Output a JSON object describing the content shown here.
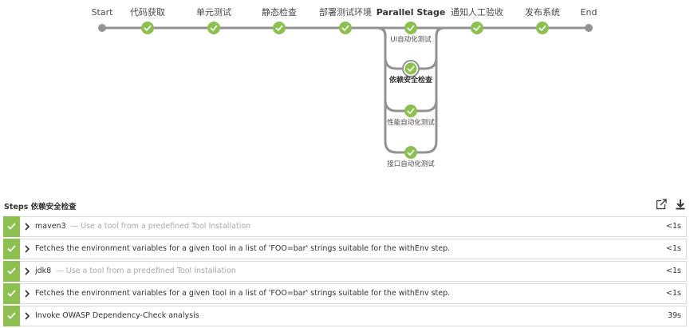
{
  "pipeline": {
    "stages": [
      {
        "label": "Start",
        "kind": "endpoint"
      },
      {
        "label": "代码获取",
        "kind": "success"
      },
      {
        "label": "单元测试",
        "kind": "success"
      },
      {
        "label": "静态检查",
        "kind": "success"
      },
      {
        "label": "部署测试环境",
        "kind": "success"
      },
      {
        "label": "Parallel Stage",
        "kind": "parallel"
      },
      {
        "label": "通知人工验收",
        "kind": "success"
      },
      {
        "label": "发布系统",
        "kind": "success"
      },
      {
        "label": "End",
        "kind": "endpoint"
      }
    ],
    "parallel_branches": [
      {
        "label": "UI自动化测试",
        "selected": false
      },
      {
        "label": "依赖安全检查",
        "selected": true
      },
      {
        "label": "性能自动化测试",
        "selected": false
      },
      {
        "label": "接口自动化测试",
        "selected": false
      }
    ],
    "colors": {
      "success": "#8cc04f",
      "track": "#949393",
      "endpoint": "#949393"
    }
  },
  "steps_panel": {
    "title": "Steps 依赖安全检查",
    "open_icon": "open-in-new-window-icon",
    "download_icon": "download-icon",
    "rows": [
      {
        "name": "maven3",
        "description": "— Use a tool from a predefined Tool Installation",
        "duration": "<1s"
      },
      {
        "name": "Fetches the environment variables for a given tool in a list of 'FOO=bar' strings suitable for the withEnv step.",
        "description": "",
        "duration": "<1s"
      },
      {
        "name": "jdk8",
        "description": "— Use a tool from a predefined Tool Installation",
        "duration": "<1s"
      },
      {
        "name": "Fetches the environment variables for a given tool in a list of 'FOO=bar' strings suitable for the withEnv step.",
        "description": "",
        "duration": "<1s"
      },
      {
        "name": "Invoke OWASP Dependency-Check analysis",
        "description": "",
        "duration": "39s"
      }
    ]
  }
}
